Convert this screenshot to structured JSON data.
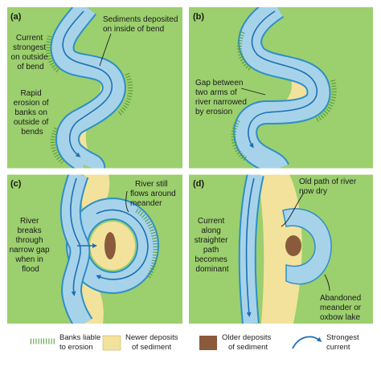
{
  "colors": {
    "land": "#9ccf6e",
    "land_edge": "#6aa847",
    "water": "#a7d3ea",
    "water_edge": "#2f8fc6",
    "newer_sediment": "#f3e29c",
    "older_sediment": "#8a5b3b",
    "current": "#1d6fb3",
    "hatch": "#4f9a35",
    "frame": "#ffffff"
  },
  "panels": [
    {
      "letter": "(a)",
      "labels": [
        {
          "lines": [
            "Sediments deposited",
            "on inside of bend"
          ]
        },
        {
          "lines": [
            "Current",
            "strongest",
            "on outside",
            "of bend"
          ]
        },
        {
          "lines": [
            "Rapid",
            "erosion of",
            "banks on",
            "outside of",
            "bends"
          ]
        }
      ]
    },
    {
      "letter": "(b)",
      "labels": [
        {
          "lines": [
            "Gap between",
            "two arms of",
            "river narrowed",
            "by erosion"
          ]
        }
      ]
    },
    {
      "letter": "(c)",
      "labels": [
        {
          "lines": [
            "River still",
            "flows around",
            "meander"
          ]
        },
        {
          "lines": [
            "River",
            "breaks",
            "through",
            "narrow gap",
            "when in",
            "flood"
          ]
        }
      ]
    },
    {
      "letter": "(d)",
      "labels": [
        {
          "lines": [
            "Old path of river",
            "now dry"
          ]
        },
        {
          "lines": [
            "Current",
            "along",
            "straighter",
            "path",
            "becomes",
            "dominant"
          ]
        },
        {
          "lines": [
            "Abandoned",
            "meander or",
            "oxbow lake"
          ]
        }
      ]
    }
  ],
  "legend": [
    {
      "icon": "hatch-icon",
      "lines": [
        "Banks liable",
        "to erosion"
      ]
    },
    {
      "icon": "newer-sediment-swatch",
      "lines": [
        "Newer deposits",
        "of sediment"
      ]
    },
    {
      "icon": "older-sediment-swatch",
      "lines": [
        "Older deposits",
        "of sediment"
      ]
    },
    {
      "icon": "current-arrow-icon",
      "lines": [
        "Strongest",
        "current"
      ]
    }
  ]
}
